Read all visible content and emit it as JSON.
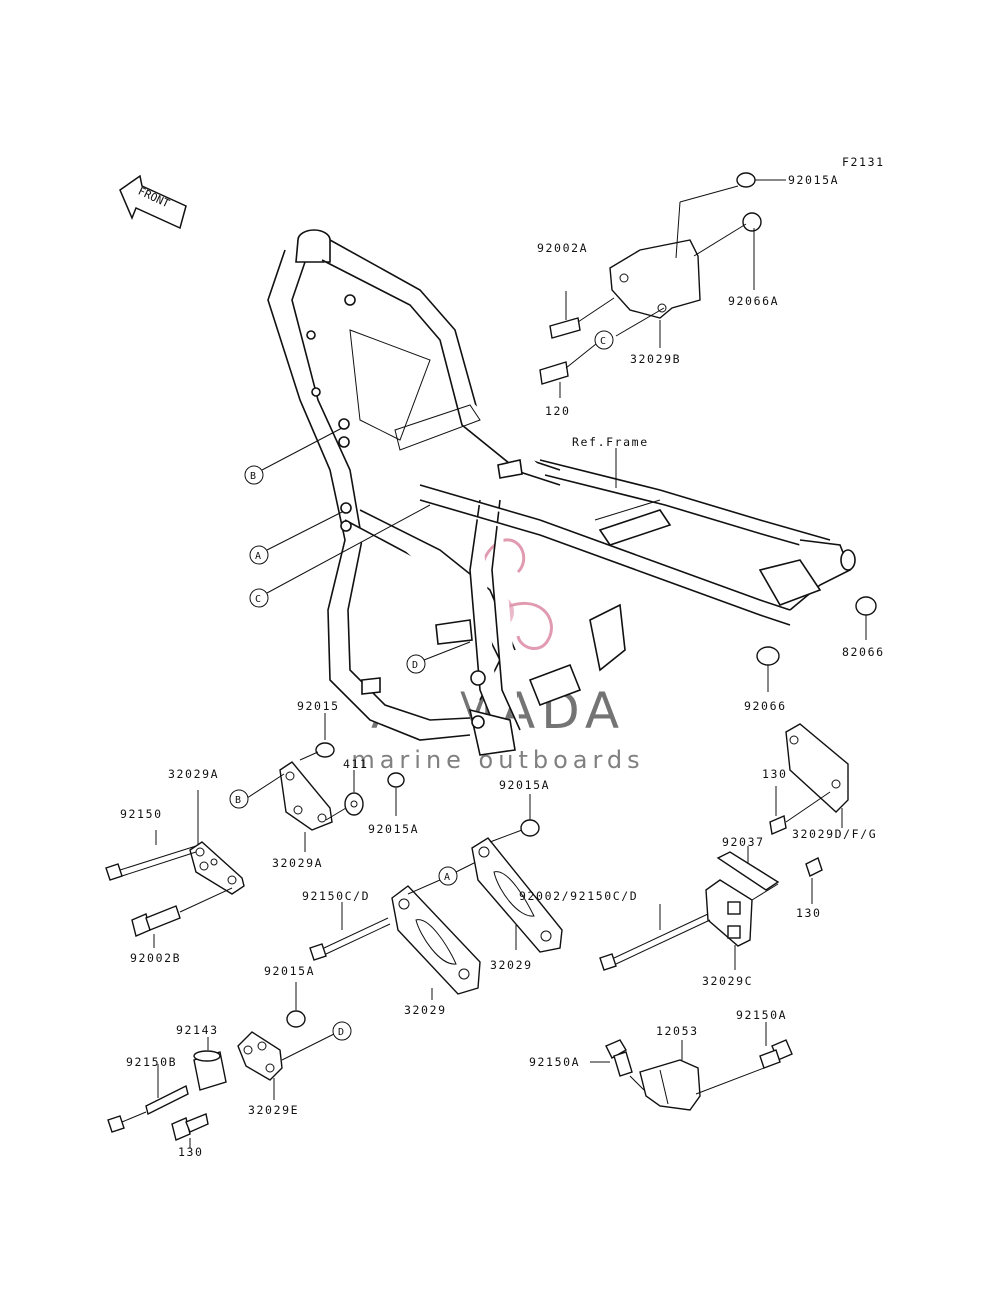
{
  "figure_code": "F2131",
  "front_marker": "FRONT",
  "ref_frame_label": "Ref.Frame",
  "watermark": {
    "brand": "ARMADA",
    "tagline": "marine outboards",
    "logo_color": "#d87a98"
  },
  "callout_letters": {
    "A": "A",
    "B": "B",
    "C": "C",
    "D": "D"
  },
  "part_labels": {
    "p92015A_top": "92015A",
    "p92002A": "92002A",
    "p92066A": "92066A",
    "p120": "120",
    "p32029B": "32029B",
    "p82066_right": "82066",
    "p92066": "92066",
    "p92015": "92015",
    "p411": "411",
    "p32029A_upper": "32029A",
    "p32029A_lower": "32029A",
    "p92150": "92150",
    "p92015A_mid": "92015A",
    "p92015A_mount": "92015A",
    "p130_right": "130",
    "p32029DFG": "32029D/F/G",
    "p92037": "92037",
    "p130_small": "130",
    "p92002B": "92002B",
    "p92150CD_left": "92150C/D",
    "p92002_92150CD": "92002/92150C/D",
    "p32029_left": "32029",
    "p32029_right": "32029",
    "p32029C": "32029C",
    "p92015A_low": "92015A",
    "p92143": "92143",
    "p92150B": "92150B",
    "p32029E": "32029E",
    "p130_bottom": "130",
    "p92150A_left": "92150A",
    "p12053": "12053",
    "p92150A_right": "92150A"
  }
}
